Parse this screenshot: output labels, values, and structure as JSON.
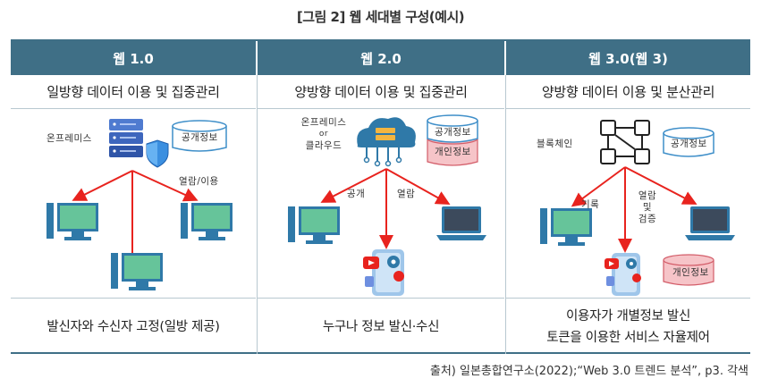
{
  "figure_title": "[그림 2] 웹 세대별 구성(예시)",
  "columns": [
    {
      "header": "웹 1.0",
      "subtitle": "일방향 데이터 이용 및 집중관리",
      "labels": {
        "server": "온프레미스",
        "db": "공개정보",
        "flow": "열람/이용"
      },
      "footer": [
        "발신자와 수신자 고정(일방 제공)"
      ]
    },
    {
      "header": "웹 2.0",
      "subtitle": "양방향 데이터 이용 및 집중관리",
      "labels": {
        "server_line1": "온프레미스",
        "server_line2": "or",
        "server_line3": "클라우드",
        "db_top": "공개정보",
        "db_bottom": "개인정보",
        "share": "공개",
        "view": "열람"
      },
      "footer": [
        "누구나 정보 발신·수신"
      ]
    },
    {
      "header": "웹 3.0(웹 3)",
      "subtitle": "양방향 데이터 이용 및 분산관리",
      "labels": {
        "chain": "블록체인",
        "db": "공개정보",
        "record": "기록",
        "verify_line1": "열람",
        "verify_line2": "및",
        "verify_line3": "검증",
        "private_db": "개인정보"
      },
      "footer": [
        "이용자가 개별정보 발신",
        "토큰을 이용한 서비스 자율제어"
      ]
    }
  ],
  "source": "출처) 일본총합연구소(2022);“Web 3.0 트렌드 분석”, p3. 각색",
  "colors": {
    "header_bg": "#3f6f86",
    "arrow": "#e8231e",
    "db_pink": "#f6c4c8",
    "monitor_green": "#66c49a",
    "monitor_frame": "#2f79a8"
  }
}
